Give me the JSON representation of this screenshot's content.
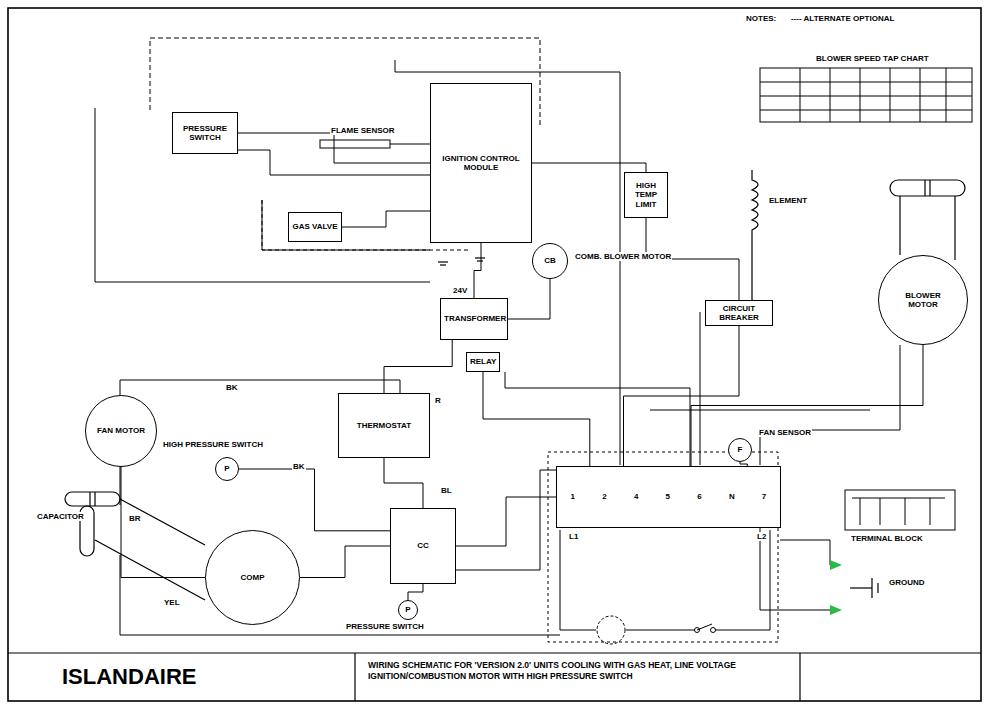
{
  "diagram": {
    "title": "ISLANDAIRE",
    "caption": "WIRING SCHEMATIC FOR 'VERSION 2.0' UNITS COOLING WITH GAS HEAT, LINE VOLTAGE IGNITION/COMBUSTION MOTOR WITH HIGH PRESSURE SWITCH",
    "nodes": [
      {
        "text": [
          "IGNITION CONTROL MODULE"
        ]
      },
      {
        "text": [
          "PRESSURE SWITCH"
        ]
      },
      {
        "text": [
          "GAS VALVE"
        ]
      },
      {
        "text": [
          "CB"
        ]
      },
      {
        "text": [
          "TRANSFORMER"
        ]
      },
      {
        "text": [
          "RELAY"
        ]
      },
      {
        "text": [
          "HIGH TEMP LIMIT"
        ]
      },
      {
        "text": [
          "CIRCUIT BREAKER"
        ]
      },
      {
        "text": [
          "BLOWER MOTOR"
        ]
      },
      {
        "text": [
          "FAN MOTOR"
        ]
      },
      {
        "text": [
          "COMP"
        ]
      },
      {
        "text": [
          "THERMOSTAT"
        ]
      },
      {
        "text": [
          "CC"
        ]
      },
      {
        "text": [
          "P"
        ]
      },
      {
        "text": [
          "1",
          "2",
          "4",
          "5",
          "6",
          "N",
          "7"
        ]
      },
      {
        "text": [
          "F"
        ]
      },
      {
        "text": [
          "P"
        ]
      }
    ],
    "edges": [
      {
        "from": 0,
        "to": 1,
        "arrow": "none"
      },
      {
        "from": 0,
        "to": 2,
        "arrow": "none"
      },
      {
        "from": 0,
        "to": 4,
        "arrow": "none"
      },
      {
        "from": 4,
        "to": 3,
        "arrow": "none"
      },
      {
        "from": 4,
        "to": 11,
        "arrow": "none"
      },
      {
        "from": 11,
        "to": 12,
        "arrow": "none"
      },
      {
        "from": 12,
        "to": 10,
        "arrow": "none"
      },
      {
        "from": 13,
        "to": 12,
        "arrow": "none"
      },
      {
        "from": 14,
        "to": 12,
        "arrow": "none"
      },
      {
        "from": 14,
        "to": 8,
        "arrow": "none"
      },
      {
        "from": 15,
        "to": 14,
        "arrow": "none"
      },
      {
        "from": 6,
        "to": 7,
        "arrow": "none"
      },
      {
        "from": 7,
        "to": 14,
        "arrow": "none"
      },
      {
        "from": 9,
        "to": 10,
        "arrow": "none"
      },
      {
        "from": 0,
        "to": 6,
        "arrow": "none"
      },
      {
        "from": 16,
        "to": 12,
        "arrow": "none"
      },
      {
        "from": 5,
        "to": 14,
        "arrow": "none"
      }
    ],
    "labels": [
      "FLAME SENSOR",
      "COMB. BLOWER MOTOR",
      "ELEMENT",
      "CAPACITOR",
      "24V",
      "BK",
      "BK",
      "BR",
      "YEL",
      "BL",
      "L1",
      "L2",
      "GROUND",
      "NOTES:",
      "---- ALTERNATE OPTIONAL",
      "BLOWER SPEED TAP CHART",
      "TERMINAL BLOCK",
      "PRESSURE SWITCH",
      "HIGH PRESSURE SWITCH",
      "FAN SENSOR",
      "R"
    ]
  }
}
